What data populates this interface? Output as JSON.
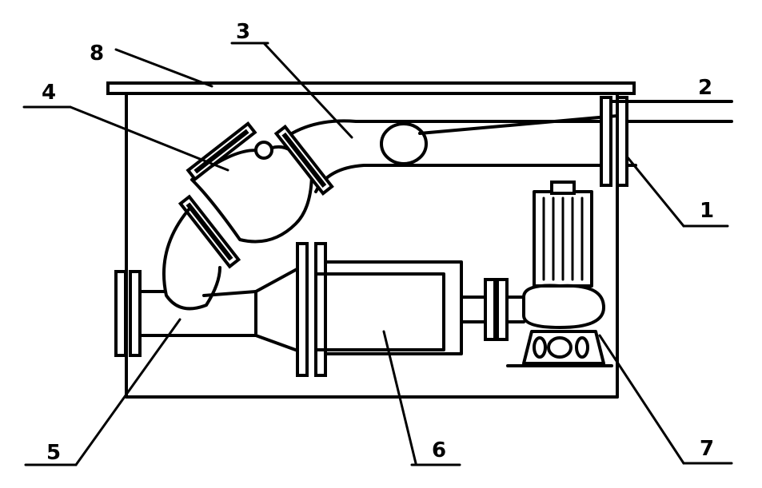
{
  "diagram": {
    "callouts": [
      {
        "id": "1",
        "label": "1"
      },
      {
        "id": "2",
        "label": "2"
      },
      {
        "id": "3",
        "label": "3"
      },
      {
        "id": "4",
        "label": "4"
      },
      {
        "id": "5",
        "label": "5"
      },
      {
        "id": "6",
        "label": "6"
      },
      {
        "id": "7",
        "label": "7"
      },
      {
        "id": "8",
        "label": "8"
      }
    ],
    "colors": {
      "ink": "#000000",
      "paper": "#ffffff"
    }
  }
}
